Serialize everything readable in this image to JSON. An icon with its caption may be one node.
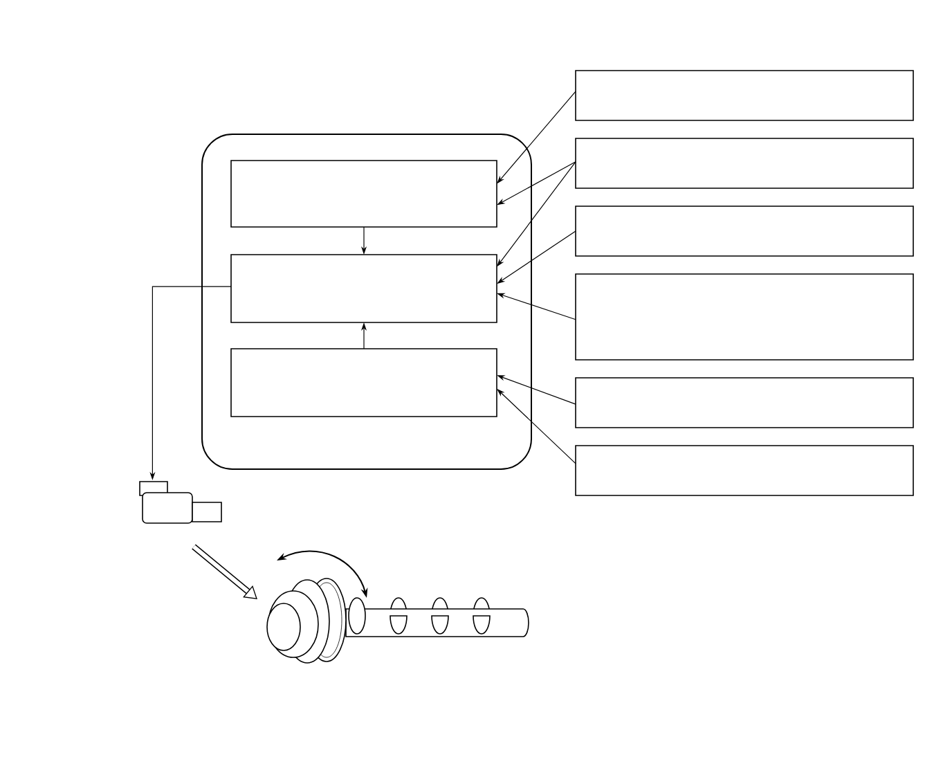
{
  "diagram": {
    "nodes": [
      {
        "text": [],
        "shape": "box"
      },
      {
        "text": [],
        "shape": "box",
        "in": 0
      },
      {
        "text": [],
        "shape": "box",
        "in": 0
      },
      {
        "text": [],
        "shape": "box",
        "in": 0
      },
      {
        "text": [],
        "shape": "box"
      },
      {
        "text": [],
        "shape": "box"
      },
      {
        "text": [],
        "shape": "box"
      },
      {
        "text": [],
        "shape": "box"
      },
      {
        "text": [],
        "shape": "box"
      },
      {
        "text": [],
        "shape": "box"
      },
      {
        "text": [],
        "shape": "picture"
      }
    ],
    "edges": [
      {
        "from": 4,
        "to": 1,
        "arrow": "to"
      },
      {
        "from": 5,
        "to": 1,
        "arrow": "to"
      },
      {
        "from": 5,
        "to": 2,
        "arrow": "to"
      },
      {
        "from": 6,
        "to": 2,
        "arrow": "to"
      },
      {
        "from": 7,
        "to": 2,
        "arrow": "to"
      },
      {
        "from": 8,
        "to": 3,
        "arrow": "to"
      },
      {
        "from": 9,
        "to": 3,
        "arrow": "to"
      },
      {
        "from": 1,
        "to": 2,
        "arrow": "to"
      },
      {
        "from": 3,
        "to": 2,
        "arrow": "to"
      },
      {
        "from": 2,
        "to": 10,
        "arrow": "to"
      }
    ]
  }
}
